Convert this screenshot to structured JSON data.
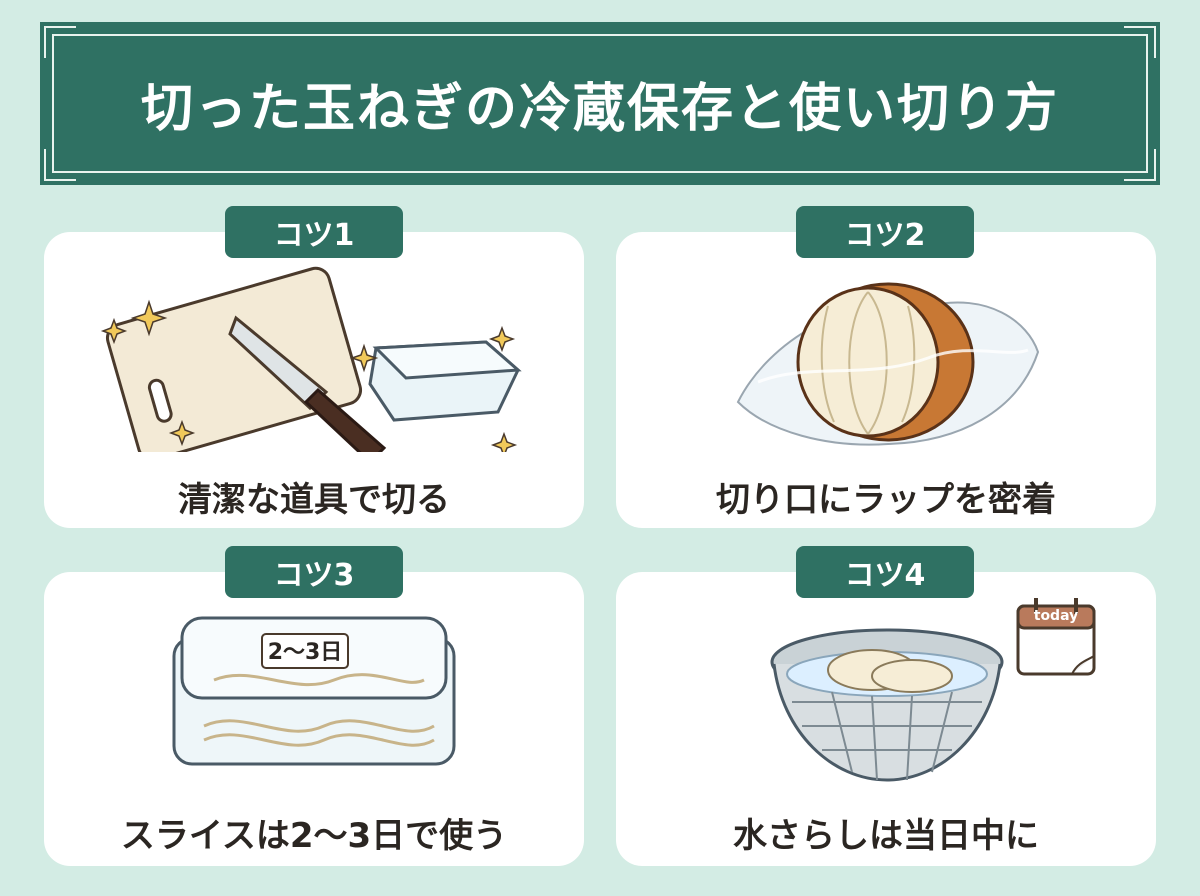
{
  "title": "切った玉ねぎの冷蔵保存と使い切り方",
  "tips": [
    {
      "tag": "コツ1",
      "caption": "清潔な道具で切る",
      "icons": [
        "cutting-board-icon",
        "knife-icon",
        "container-icon",
        "sparkle-icon"
      ]
    },
    {
      "tag": "コツ2",
      "caption": "切り口にラップを密着",
      "icons": [
        "wrapped-onion-icon"
      ]
    },
    {
      "tag": "コツ3",
      "caption": "スライスは2〜3日で使う",
      "label": "2〜3日",
      "icons": [
        "sliced-onion-container-icon"
      ]
    },
    {
      "tag": "コツ4",
      "caption": "水さらしは当日中に",
      "calendar_label": "today",
      "icons": [
        "colander-bowl-icon",
        "calendar-icon"
      ]
    }
  ],
  "colors": {
    "background": "#d3ece4",
    "accent": "#2f7163",
    "card": "#ffffff",
    "text": "#2b2622"
  }
}
